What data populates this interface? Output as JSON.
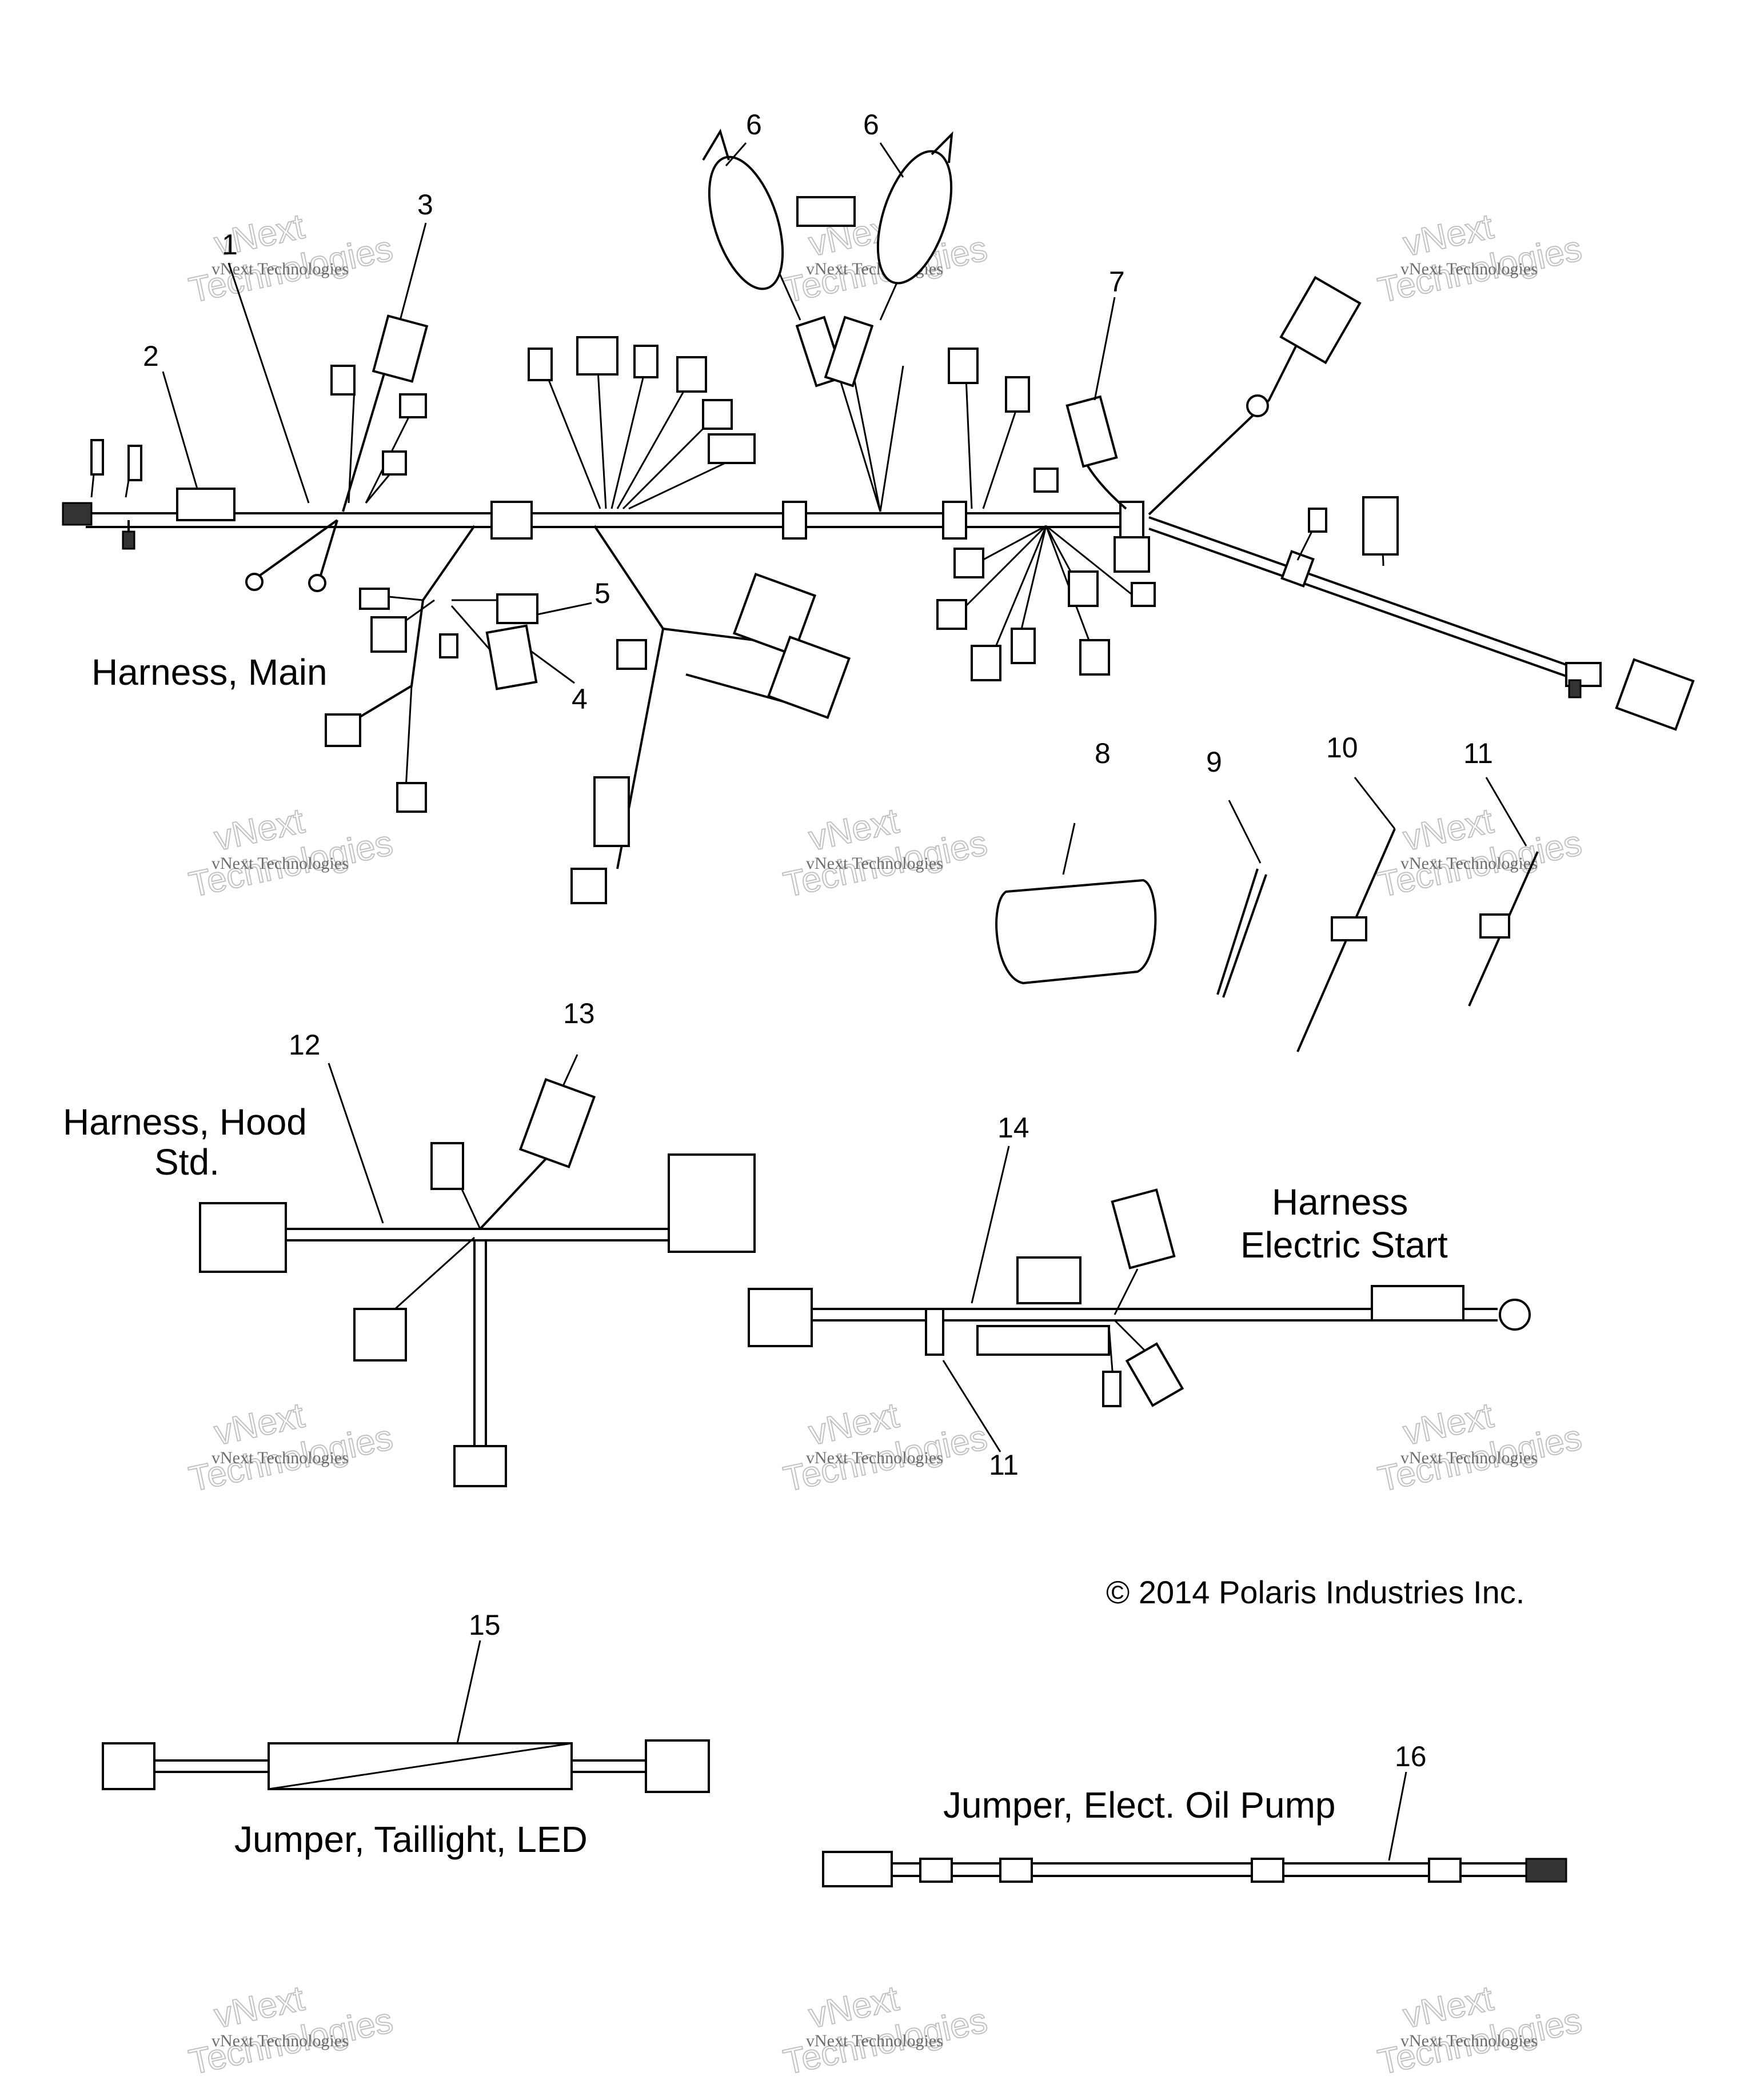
{
  "callouts": {
    "c1": "1",
    "c2": "2",
    "c3": "3",
    "c4": "4",
    "c5": "5",
    "c6a": "6",
    "c6b": "6",
    "c7": "7",
    "c8": "8",
    "c9": "9",
    "c10": "10",
    "c11a": "11",
    "c11b": "11",
    "c12": "12",
    "c13": "13",
    "c14": "14",
    "c15": "15",
    "c16": "16"
  },
  "labels": {
    "harness_main": "Harness, Main",
    "harness_hood_line1": "Harness, Hood",
    "harness_hood_line2": "Std.",
    "harness_es_line1": "Harness",
    "harness_es_line2": "Electric Start",
    "jumper_taillight": "Jumper, Taillight, LED",
    "jumper_oil_pump": "Jumper, Elect. Oil Pump"
  },
  "copyright": "© 2014 Polaris Industries Inc.",
  "watermark": {
    "line1": "vNext Technologies",
    "line2": "vNext",
    "line3": "Technologies"
  }
}
